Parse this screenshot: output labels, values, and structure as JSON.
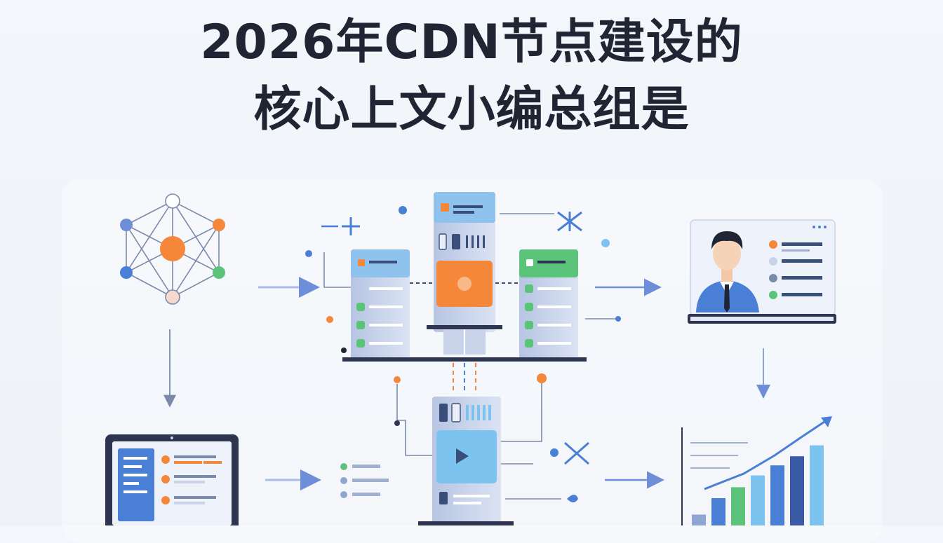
{
  "title": {
    "line1": "2026年CDN节点建设的",
    "line2": "核心上文小编总组是"
  },
  "colors": {
    "title": "#1f2533",
    "accent_orange": "#f5873a",
    "accent_blue": "#4a7fd6",
    "accent_green": "#5cc47a",
    "accent_sky": "#7cc4ef",
    "server_body": "#c9d4ea",
    "line": "#7a8aa8",
    "arrow": "#6f8ed9"
  },
  "icons": [
    "network-mesh-icon",
    "cdn-server-cluster-icon",
    "user-profile-card-icon",
    "laptop-dashboard-icon",
    "edge-server-icon",
    "growth-bar-chart-icon"
  ],
  "growth_chart": {
    "bars": [
      0.12,
      0.3,
      0.42,
      0.55,
      0.66,
      0.76,
      0.88
    ]
  }
}
